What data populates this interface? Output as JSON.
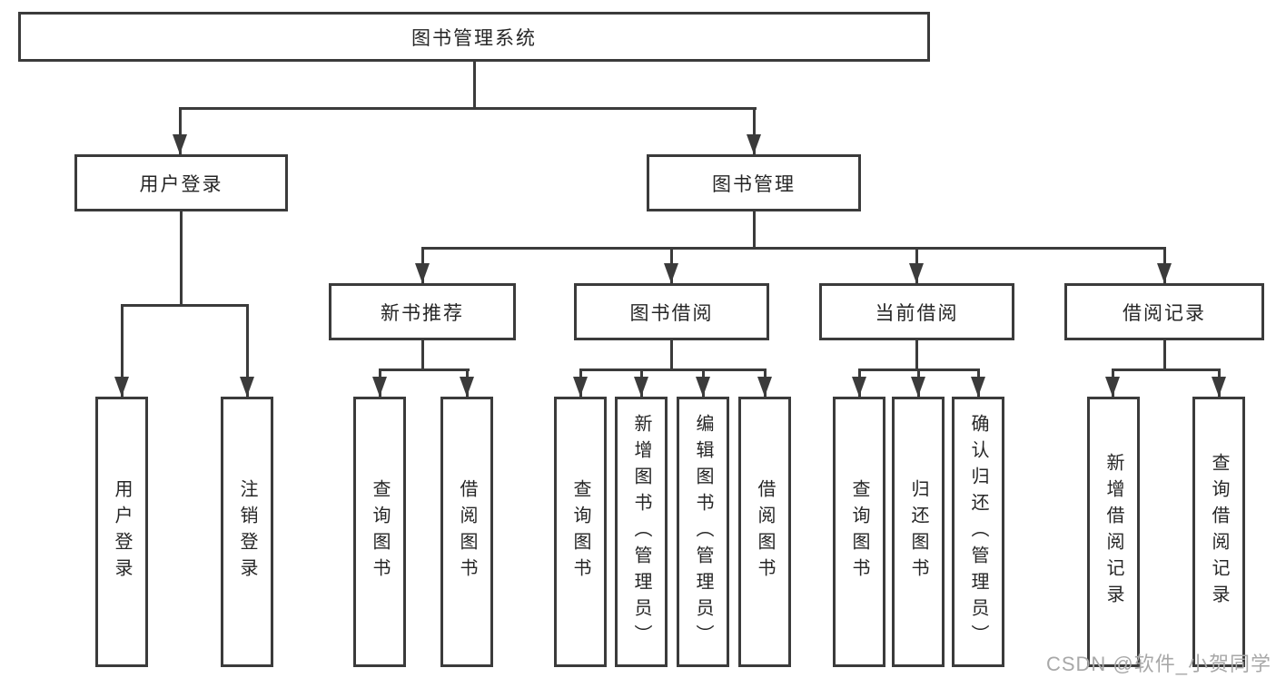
{
  "diagram": {
    "title": "图书管理系统",
    "type": "hierarchy-tree",
    "colors": {
      "line": "#3b3b3b",
      "box_border": "#3b3b3b",
      "text": "#262626",
      "background": "#ffffff",
      "watermark_text": "#a8a8a8"
    },
    "nodes": {
      "root": "图书管理系统",
      "l2": [
        "用户登录",
        "图书管理"
      ],
      "l3": [
        "新书推荐",
        "图书借阅",
        "当前借阅",
        "借阅记录"
      ],
      "leaves": [
        "用户登录",
        "注销登录",
        "查询图书",
        "借阅图书",
        "查询图书",
        "新增图书（管理员）",
        "编辑图书（管理员）",
        "借阅图书",
        "查询图书",
        "归还图书",
        "确认归还（管理员）",
        "新增借阅记录",
        "查询借阅记录"
      ]
    },
    "structure": {
      "图书管理系统": {
        "用户登录": [
          "用户登录",
          "注销登录"
        ],
        "图书管理": {
          "新书推荐": [
            "查询图书",
            "借阅图书"
          ],
          "图书借阅": [
            "查询图书",
            "新增图书（管理员）",
            "编辑图书（管理员）",
            "借阅图书"
          ],
          "当前借阅": [
            "查询图书",
            "归还图书",
            "确认归还（管理员）"
          ],
          "借阅记录": [
            "新增借阅记录",
            "查询借阅记录"
          ]
        }
      }
    },
    "watermark": "CSDN @软件_小贺同学"
  }
}
